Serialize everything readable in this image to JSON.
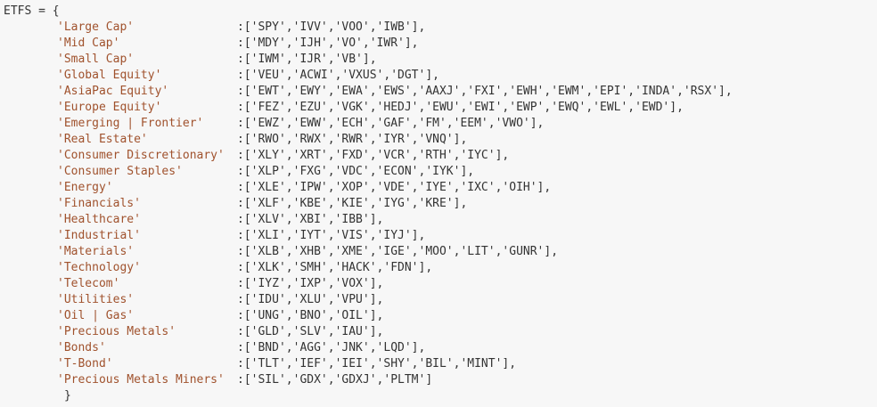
{
  "code": {
    "header": "ETFS = {",
    "entries": [
      {
        "key": "'Large Cap'",
        "value": "['SPY','IVV','VOO','IWB'],"
      },
      {
        "key": "'Mid Cap'",
        "value": "['MDY','IJH','VO','IWR'],"
      },
      {
        "key": "'Small Cap'",
        "value": "['IWM','IJR','VB'],"
      },
      {
        "key": "'Global Equity'",
        "value": "['VEU','ACWI','VXUS','DGT'],"
      },
      {
        "key": "'AsiaPac Equity'",
        "value": "['EWT','EWY','EWA','EWS','AAXJ','FXI','EWH','EWM','EPI','INDA','RSX'],"
      },
      {
        "key": "'Europe Equity'",
        "value": "['FEZ','EZU','VGK','HEDJ','EWU','EWI','EWP','EWQ','EWL','EWD'],"
      },
      {
        "key": "'Emerging | Frontier'",
        "value": "['EWZ','EWW','ECH','GAF','FM','EEM','VWO'],"
      },
      {
        "key": "'Real Estate'",
        "value": "['RWO','RWX','RWR','IYR','VNQ'],"
      },
      {
        "key": "'Consumer Discretionary'",
        "value": "['XLY','XRT','FXD','VCR','RTH','IYC'],"
      },
      {
        "key": "'Consumer Staples'",
        "value": "['XLP','FXG','VDC','ECON','IYK'],"
      },
      {
        "key": "'Energy'",
        "value": "['XLE','IPW','XOP','VDE','IYE','IXC','OIH'],"
      },
      {
        "key": "'Financials'",
        "value": "['XLF','KBE','KIE','IYG','KRE'],"
      },
      {
        "key": "'Healthcare'",
        "value": "['XLV','XBI','IBB'],"
      },
      {
        "key": "'Industrial'",
        "value": "['XLI','IYT','VIS','IYJ'],"
      },
      {
        "key": "'Materials'",
        "value": "['XLB','XHB','XME','IGE','MOO','LIT','GUNR'],"
      },
      {
        "key": "'Technology'",
        "value": "['XLK','SMH','HACK','FDN'],"
      },
      {
        "key": "'Telecom'",
        "value": "['IYZ','IXP','VOX'],"
      },
      {
        "key": "'Utilities'",
        "value": "['IDU','XLU','VPU'],"
      },
      {
        "key": "'Oil | Gas'",
        "value": "['UNG','BNO','OIL'],"
      },
      {
        "key": "'Precious Metals'",
        "value": "['GLD','SLV','IAU'],"
      },
      {
        "key": "'Bonds'",
        "value": "['BND','AGG','JNK','LQD'],"
      },
      {
        "key": "'T-Bond'",
        "value": "['TLT','IEF','IEI','SHY','BIL','MINT'],"
      },
      {
        "key": "'Precious Metals Miners'",
        "value": "['SIL','GDX','GDXJ','PLTM']"
      }
    ],
    "separator": ":",
    "footer": "}"
  },
  "colors": {
    "background": "#f7f7f7",
    "text": "#333333",
    "string_key": "#a0522d"
  }
}
